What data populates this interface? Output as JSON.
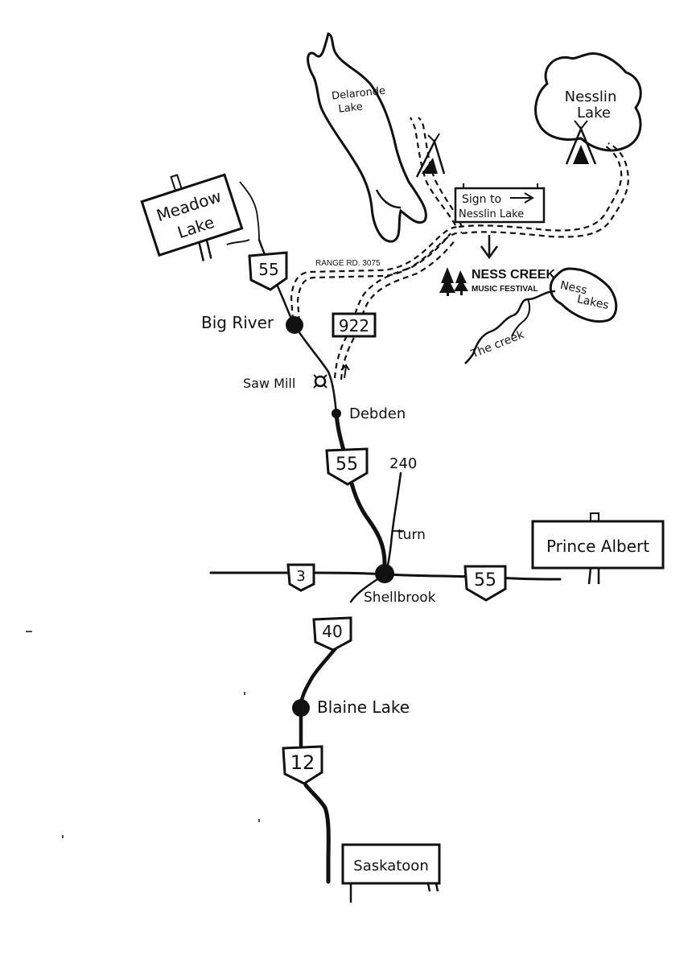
{
  "places": {
    "meadow_lake": {
      "line1": "Meadow",
      "line2": "Lake"
    },
    "delaronde_lake": {
      "line1": "Delaronde",
      "line2": "Lake"
    },
    "nesslin_lake": {
      "line1": "Nesslin",
      "line2": "Lake"
    },
    "ness_lakes": {
      "line1": "Ness",
      "line2": "Lakes"
    },
    "big_river": "Big River",
    "saw_mill": "Saw Mill",
    "debden": "Debden",
    "shellbrook": "Shellbrook",
    "blaine_lake": "Blaine Lake",
    "prince_albert": "Prince Albert",
    "saskatoon": "Saskatoon",
    "the_creek": "The creek"
  },
  "signs": {
    "nesslin_sign": {
      "line1": "Sign to",
      "line2": "Nesslin Lake"
    },
    "festival": {
      "line1": "NESS CREEK",
      "line2": "MUSIC FESTIVAL"
    }
  },
  "roads": {
    "range_road": "RANGE RD. 3075",
    "hwy_55_north": "55",
    "hwy_922": "922",
    "hwy_55_mid": "55",
    "hwy_240": "240",
    "turn_label": "turn",
    "hwy_3": "3",
    "hwy_55_east": "55",
    "hwy_40": "40",
    "hwy_12": "12"
  },
  "colors": {
    "ink": "#111111",
    "paper": "#ffffff"
  },
  "icon_names": [
    "tipi-icon",
    "saw-blade-icon",
    "tree-icon",
    "arrow-down-icon",
    "arrow-right-icon"
  ]
}
